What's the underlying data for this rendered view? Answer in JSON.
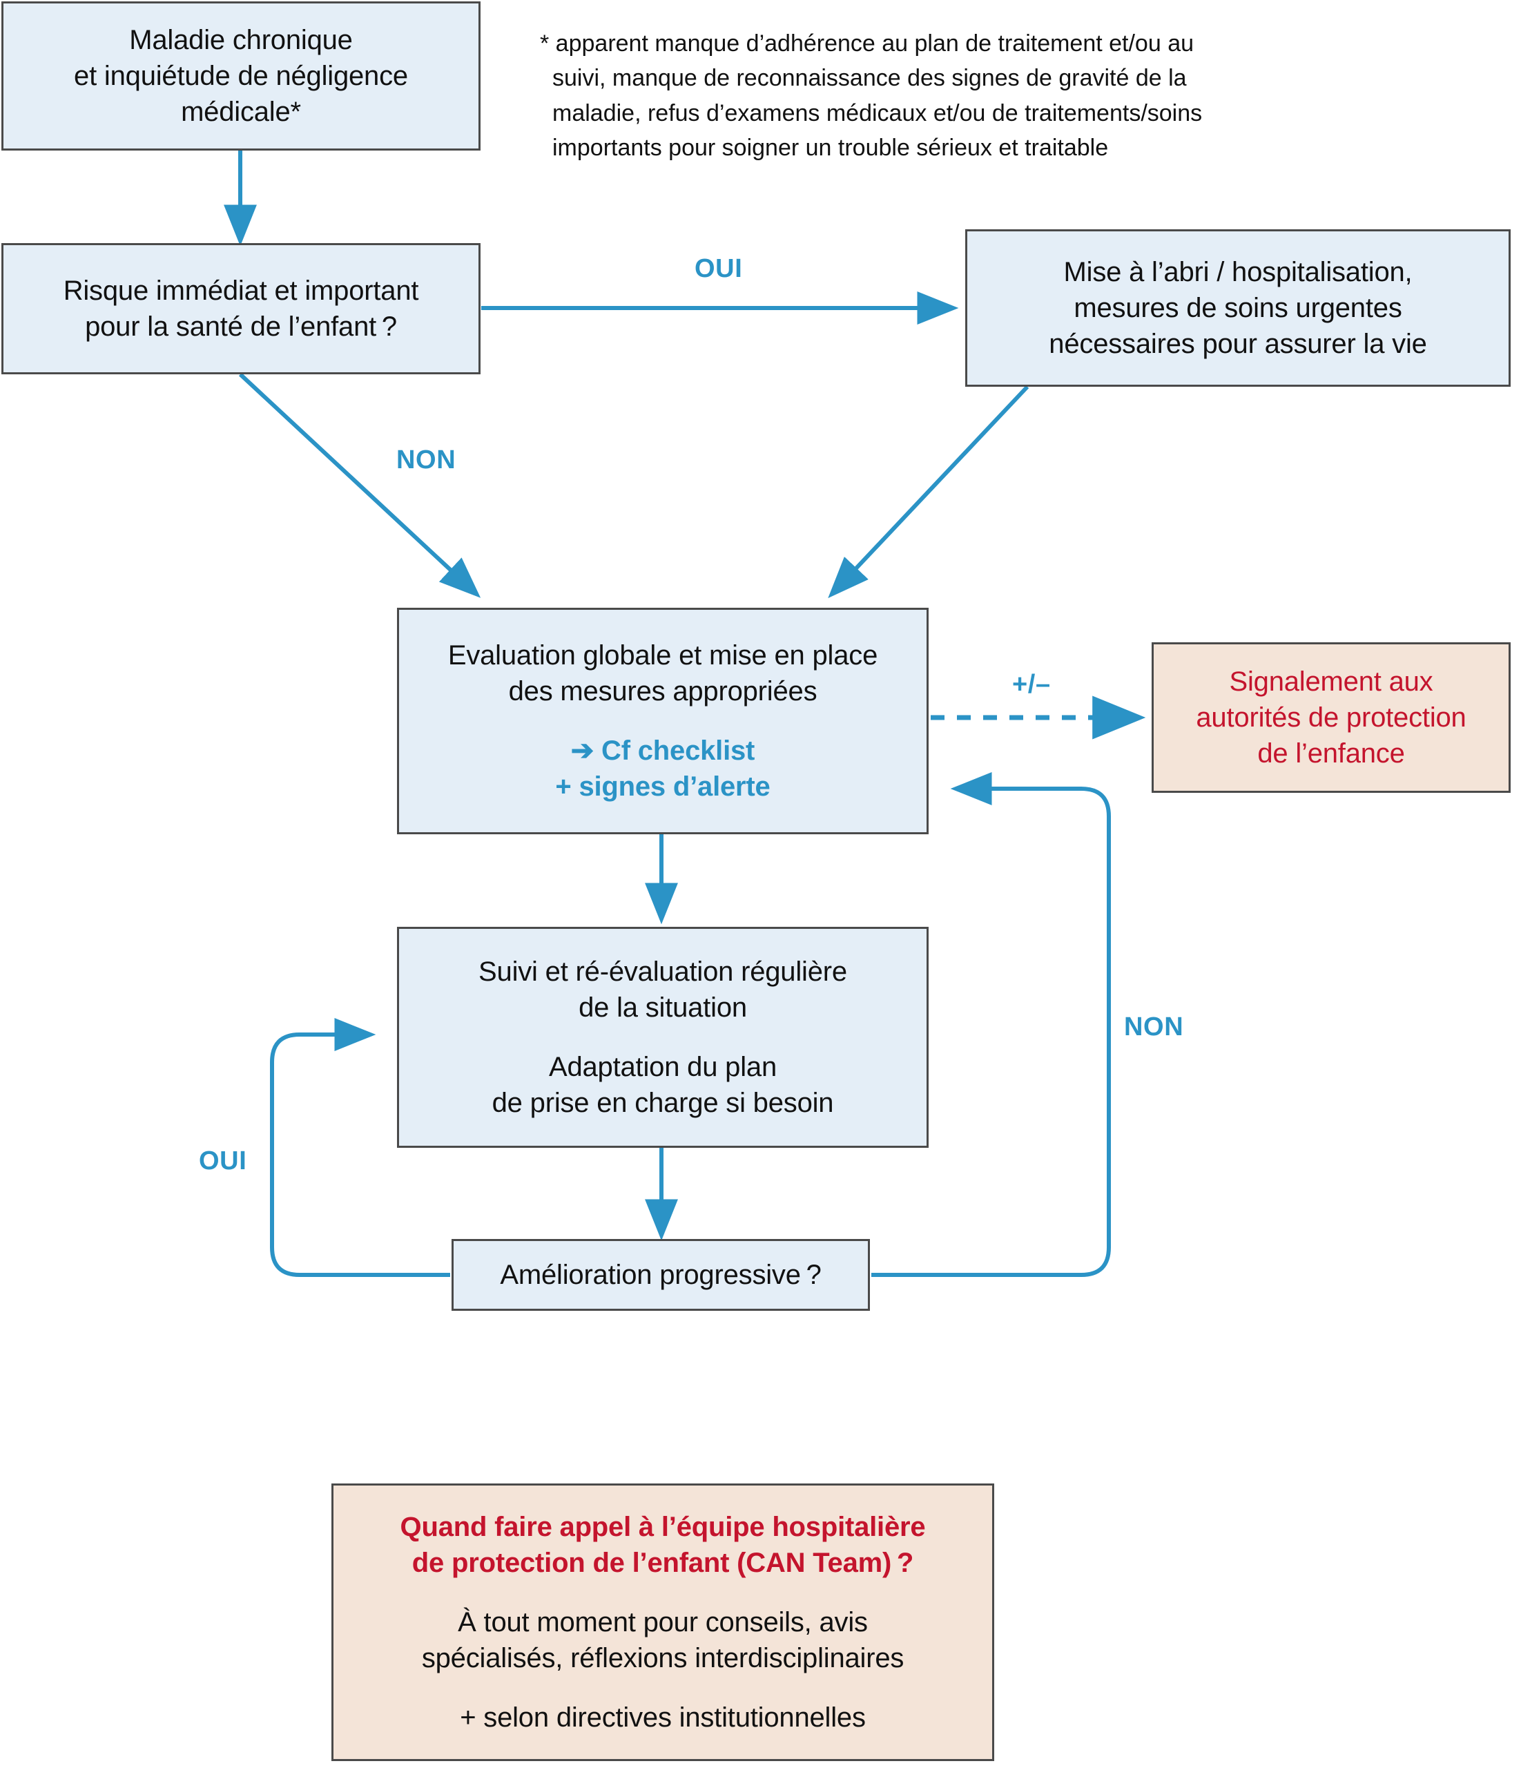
{
  "accent_color": "#2b93c6",
  "red_color": "#c4142d",
  "box_blue_fill": "#e4eef7",
  "box_beige_fill": "#f4e4d8",
  "box_border": "#4a4a4a",
  "footnote": {
    "lines": [
      "* apparent manque d’adhérence au plan de traitement et/ou au",
      "suivi, manque de reconnaissance des signes de gravité de la",
      "maladie, refus d’examens médicaux et/ou de traitements/soins",
      "importants pour soigner un trouble sérieux et traitable"
    ]
  },
  "nodes": {
    "start": {
      "lines": [
        "Maladie chronique",
        "et inquiétude de négligence",
        "médicale*"
      ]
    },
    "risk_question": {
      "lines": [
        "Risque immédiat et important",
        "pour la santé de l’enfant ?"
      ]
    },
    "shelter": {
      "lines": [
        "Mise à l’abri / hospitalisation,",
        "mesures de soins urgentes",
        "nécessaires pour assurer la vie"
      ]
    },
    "evaluation": {
      "lines": [
        "Evaluation globale et mise en place",
        "des mesures appropriées"
      ],
      "accent_lines": [
        "➔ Cf checklist",
        "+ signes d’alerte"
      ]
    },
    "reporting": {
      "lines": [
        "Signalement aux",
        "autorités de protection",
        "de l’enfance"
      ]
    },
    "followup": {
      "lines_a": [
        "Suivi et ré-évaluation régulière",
        "de la situation"
      ],
      "lines_b": [
        "Adaptation du plan",
        "de prise en charge si besoin"
      ]
    },
    "improvement_question": {
      "lines": [
        "Amélioration progressive ?"
      ]
    },
    "can_team": {
      "title_lines": [
        "Quand faire appel à l’équipe hospitalière",
        "de protection de l’enfant (CAN Team) ?"
      ],
      "body_lines_a": [
        "À tout moment pour conseils, avis",
        "spécialisés, réflexions interdisciplinaires"
      ],
      "body_lines_b": [
        "+ selon directives institutionnelles"
      ]
    }
  },
  "edge_labels": {
    "oui_top": "OUI",
    "non_left": "NON",
    "plus_minus": "+/–",
    "non_right": "NON",
    "oui_bottom": "OUI"
  }
}
